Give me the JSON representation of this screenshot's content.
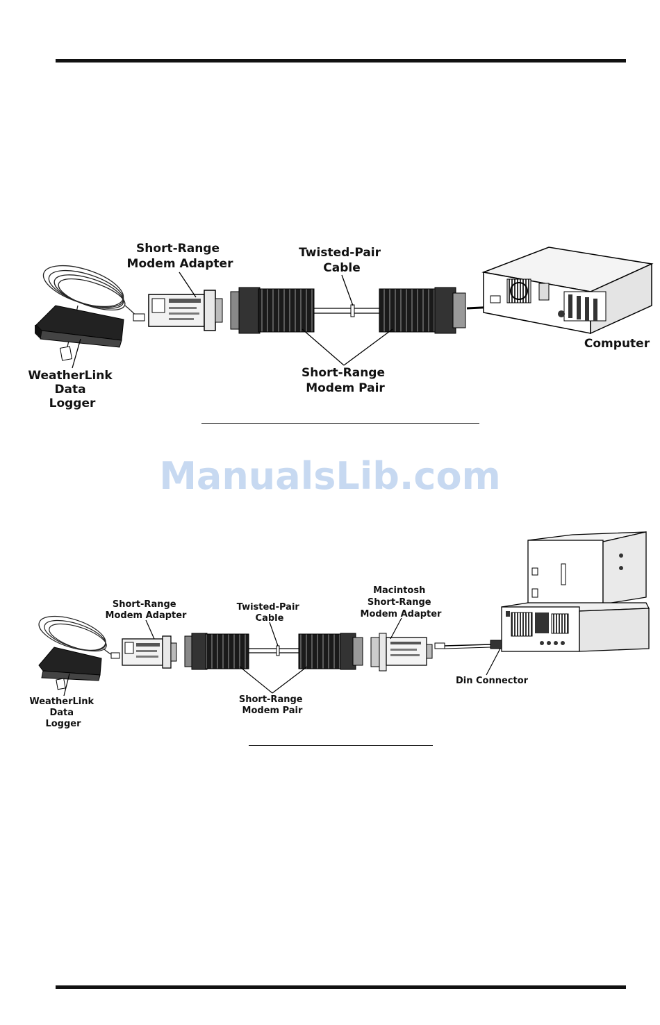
{
  "figure1": {
    "labels": {
      "adapter": [
        "Short-Range",
        "Modem Adapter"
      ],
      "cable": [
        "Twisted-Pair",
        "Cable"
      ],
      "computer": [
        "Computer"
      ],
      "logger": [
        "WeatherLink",
        "Data",
        "Logger"
      ],
      "modem_pair": [
        "Short-Range",
        "Modem Pair"
      ]
    }
  },
  "watermark": "ManualsLib.com",
  "figure2": {
    "labels": {
      "adapter": [
        "Short-Range",
        "Modem Adapter"
      ],
      "cable": [
        "Twisted-Pair",
        "Cable"
      ],
      "mac_adapter": [
        "Macintosh",
        "Short-Range",
        "Modem Adapter"
      ],
      "din": [
        "Din Connector"
      ],
      "logger": [
        "WeatherLink",
        "Data",
        "Logger"
      ],
      "modem_pair": [
        "Short-Range",
        "Modem Pair"
      ]
    }
  }
}
